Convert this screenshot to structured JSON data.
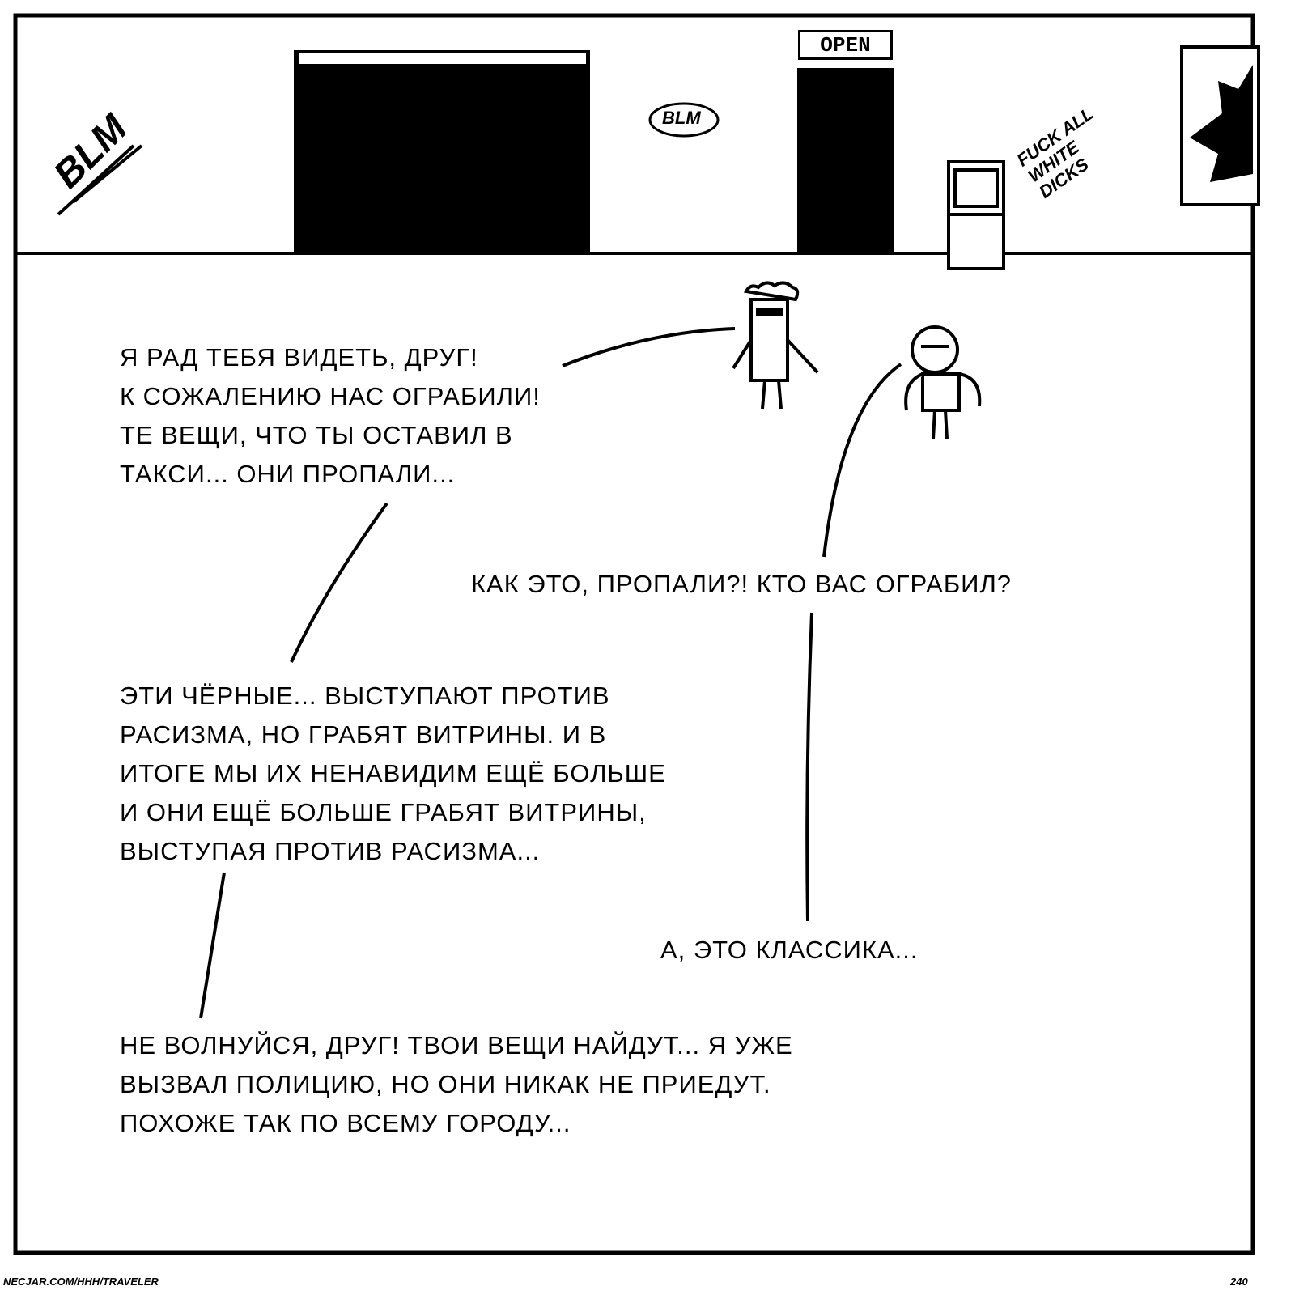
{
  "sign": {
    "open": "OPEN"
  },
  "graffiti": {
    "left": "BLM",
    "middle": "BLM",
    "right": "FUCK ALL WHITE DICKS"
  },
  "dialogue": [
    {
      "speaker": "shopkeeper",
      "lines": [
        "Я рад тебя видеть, друг!",
        "К сожалению нас ограбили!",
        "Те вещи, что ты оставил в",
        "такси... Они пропали..."
      ]
    },
    {
      "speaker": "traveler",
      "lines": [
        "Как это, пропали?! Кто вас ограбил?"
      ]
    },
    {
      "speaker": "shopkeeper",
      "lines": [
        "Эти чёрные... выступают против",
        "расизма, но грабят витрины. И в",
        "итоге мы их ненавидим ещё больше",
        "и они ещё больше грабят витрины,",
        "выступая против расизма..."
      ]
    },
    {
      "speaker": "traveler",
      "lines": [
        "А, это классика..."
      ]
    },
    {
      "speaker": "shopkeeper",
      "lines": [
        "Не волнуйся, друг! Твои вещи найдут... Я уже",
        "вызвал полицию, но они никак не приедут.",
        "Похоже так по всему городу..."
      ]
    }
  ],
  "footer": {
    "url": "NECJAR.COM/HHH/TRAVELER",
    "page_number": "240"
  }
}
